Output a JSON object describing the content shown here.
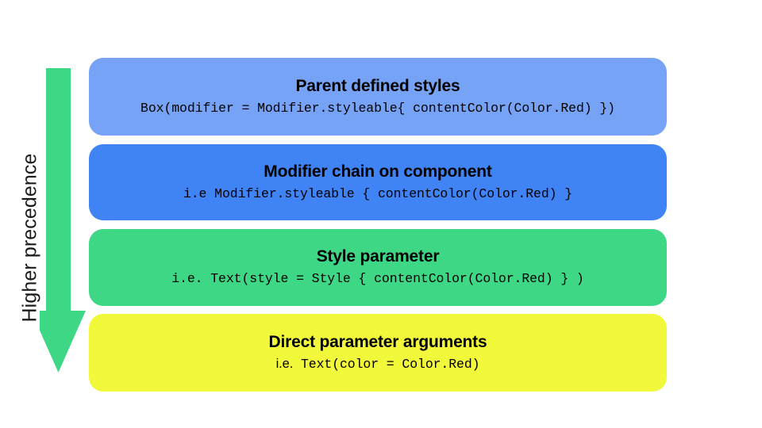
{
  "slide": {
    "background_color": "#ffffff",
    "axis": {
      "label": "Higher precedence",
      "arrow_icon": "down-arrow-icon",
      "arrow_color": "#3ed786",
      "direction": "down"
    },
    "cards": [
      {
        "id": "parent-defined-styles",
        "title": "Parent defined styles",
        "code_prefix": "",
        "code": "Box(modifier = Modifier.styleable{ contentColor(Color.Red) })",
        "color": "#76a3f6"
      },
      {
        "id": "modifier-chain-on-component",
        "title": "Modifier chain on component",
        "code_prefix": "",
        "code": "i.e Modifier.styleable { contentColor(Color.Red) }",
        "color": "#4083f4"
      },
      {
        "id": "style-parameter",
        "title": "Style parameter",
        "code_prefix": "",
        "code": "i.e. Text(style = Style { contentColor(Color.Red) } )",
        "color": "#3ed786"
      },
      {
        "id": "direct-parameter-arguments",
        "title": "Direct parameter arguments",
        "code_prefix": "i.e.",
        "code": " Text(color = Color.Red)",
        "color": "#f2f93a"
      }
    ]
  }
}
